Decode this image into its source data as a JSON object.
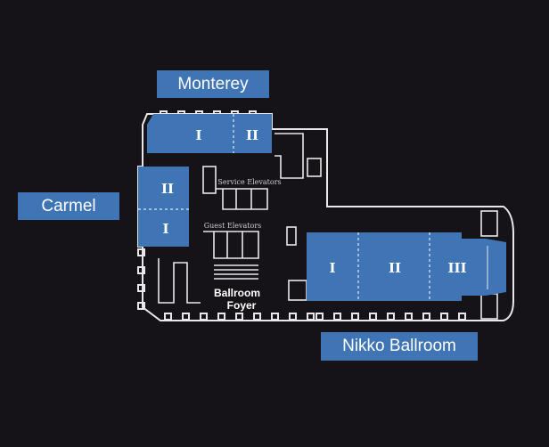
{
  "labels": {
    "monterey": "Monterey",
    "carmel": "Carmel",
    "nikko": "Nikko Ballroom"
  },
  "rooms": {
    "monterey": [
      "I",
      "II"
    ],
    "carmel": [
      "II",
      "I"
    ],
    "nikko": [
      "I",
      "II",
      "III"
    ]
  },
  "annotations": {
    "service_elevators": "Service Elevators",
    "guest_elevators": "Guest Elevators",
    "foyer_line1": "Ballroom",
    "foyer_line2": "Foyer"
  },
  "colors": {
    "background": "#151318",
    "room": "#3f74b5",
    "wall": "#e8e8ea"
  }
}
